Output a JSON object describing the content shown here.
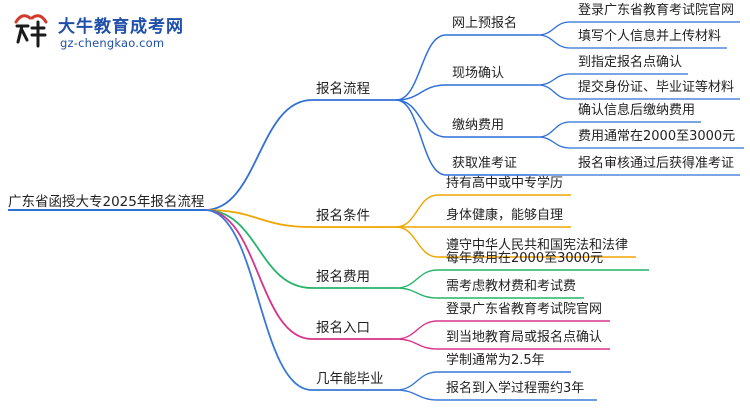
{
  "logo": {
    "mark_text": "大牛",
    "title": "大牛教育成考网",
    "url": "gz-chengkao.com"
  },
  "root": "广东省函授大专2025年报名流程",
  "branches": [
    {
      "label": "报名流程",
      "color": "#2f6fd8",
      "children": [
        {
          "label": "网上预报名",
          "children": [
            "登录广东省教育考试院官网",
            "填写个人信息并上传材料"
          ]
        },
        {
          "label": "现场确认",
          "children": [
            "到指定报名点确认",
            "提交身份证、毕业证等材料"
          ]
        },
        {
          "label": "缴纳费用",
          "children": [
            "确认信息后缴纳费用",
            "费用通常在2000至3000元"
          ]
        },
        {
          "label": "获取准考证",
          "children": [
            "报名审核通过后获得准考证"
          ]
        }
      ]
    },
    {
      "label": "报名条件",
      "color": "#f0a500",
      "children": [
        "持有高中或中专学历",
        "身体健康，能够自理",
        "遵守中华人民共和国宪法和法律"
      ]
    },
    {
      "label": "报名费用",
      "color": "#27b36a",
      "children": [
        "每年费用在2000至3000元",
        "需考虑教材费和考试费"
      ]
    },
    {
      "label": "报名入口",
      "color": "#d6338a",
      "children": [
        "登录广东省教育考试院官网",
        "到当地教育局或报名点确认"
      ]
    },
    {
      "label": "几年能毕业",
      "color": "#3a78d8",
      "children": [
        "学制通常为2.5年",
        "报名到入学过程需约3年"
      ]
    }
  ]
}
